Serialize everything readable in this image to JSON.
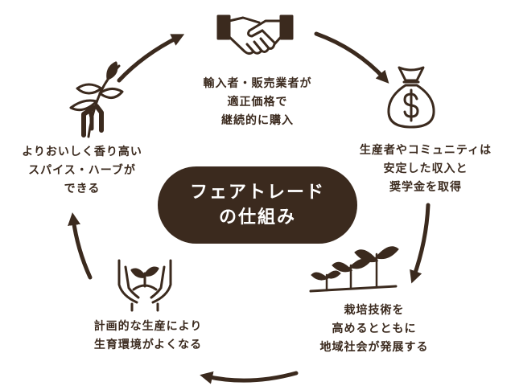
{
  "center": {
    "lines": [
      "フェアトレード",
      "の仕組み"
    ]
  },
  "steps": [
    {
      "icon": "handshake-icon",
      "lines": [
        "輸入者・販売業者が",
        "適正価格で",
        "継続的に購入"
      ]
    },
    {
      "icon": "money-bag-icon",
      "lines": [
        "生産者やコミュニティは",
        "安定した収入と",
        "奨学金を取得"
      ]
    },
    {
      "icon": "seedlings-icon",
      "lines": [
        "栽培技術を",
        "高めるとともに",
        "地域社会が発展する"
      ]
    },
    {
      "icon": "hands-sprout-icon",
      "lines": [
        "計画的な生産により",
        "生育環境がよくなる"
      ]
    },
    {
      "icon": "pepper-plant-icon",
      "lines": [
        "よりおいしく香り高い",
        "スパイス・ハーブが",
        "できる"
      ]
    }
  ],
  "colors": {
    "primary": "#3b2a1e",
    "background": "#ffffff",
    "pill_text": "#ffffff"
  }
}
